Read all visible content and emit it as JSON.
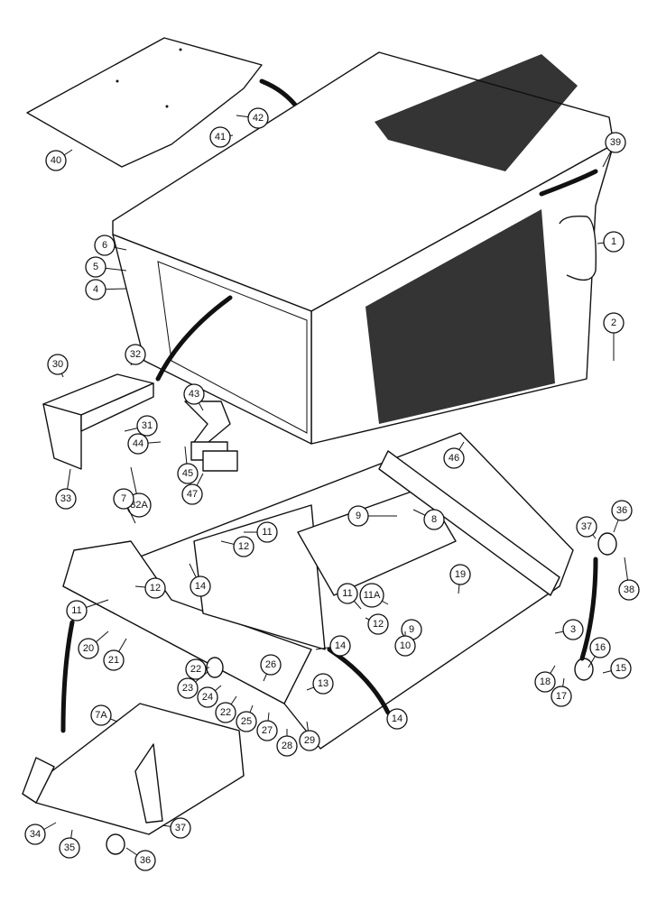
{
  "callouts": [
    {
      "label": "40"
    },
    {
      "label": "41"
    },
    {
      "label": "42"
    },
    {
      "label": "39"
    },
    {
      "label": "1"
    },
    {
      "label": "6"
    },
    {
      "label": "5"
    },
    {
      "label": "4"
    },
    {
      "label": "2"
    },
    {
      "label": "30"
    },
    {
      "label": "32"
    },
    {
      "label": "43"
    },
    {
      "label": "31"
    },
    {
      "label": "44"
    },
    {
      "label": "45"
    },
    {
      "label": "33"
    },
    {
      "label": "32A"
    },
    {
      "label": "47"
    },
    {
      "label": "46"
    },
    {
      "label": "7"
    },
    {
      "label": "9"
    },
    {
      "label": "8"
    },
    {
      "label": "11"
    },
    {
      "label": "12"
    },
    {
      "label": "37"
    },
    {
      "label": "36"
    },
    {
      "label": "38"
    },
    {
      "label": "14"
    },
    {
      "label": "19"
    },
    {
      "label": "11"
    },
    {
      "label": "12"
    },
    {
      "label": "11"
    },
    {
      "label": "11A"
    },
    {
      "label": "12"
    },
    {
      "label": "9"
    },
    {
      "label": "20"
    },
    {
      "label": "21"
    },
    {
      "label": "10"
    },
    {
      "label": "3"
    },
    {
      "label": "14"
    },
    {
      "label": "16"
    },
    {
      "label": "22"
    },
    {
      "label": "26"
    },
    {
      "label": "13"
    },
    {
      "label": "15"
    },
    {
      "label": "23"
    },
    {
      "label": "24"
    },
    {
      "label": "22"
    },
    {
      "label": "25"
    },
    {
      "label": "27"
    },
    {
      "label": "28"
    },
    {
      "label": "29"
    },
    {
      "label": "18"
    },
    {
      "label": "17"
    },
    {
      "label": "14"
    },
    {
      "label": "7A"
    },
    {
      "label": "34"
    },
    {
      "label": "35"
    },
    {
      "label": "37"
    },
    {
      "label": "36"
    }
  ]
}
